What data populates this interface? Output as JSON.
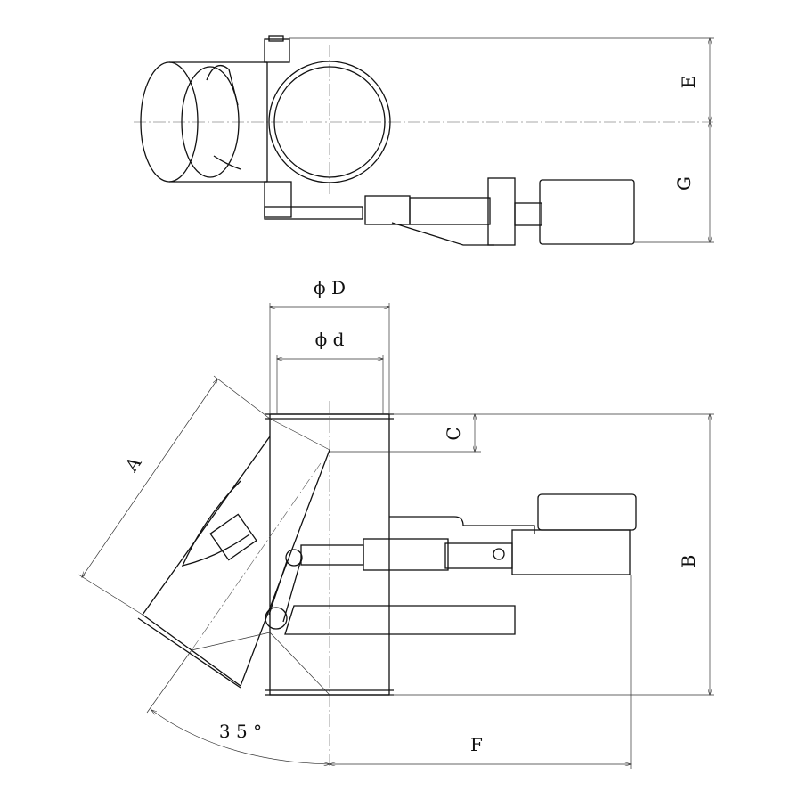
{
  "drawing": {
    "top_view": {
      "dim_e": "E",
      "dim_g": "G"
    },
    "side_view": {
      "dim_outer_diameter": "ϕ D",
      "dim_inner_diameter": "ϕ d",
      "dim_c": "C",
      "dim_a": "A",
      "dim_b": "B",
      "dim_f": "F",
      "angle": "3 5 °"
    }
  }
}
